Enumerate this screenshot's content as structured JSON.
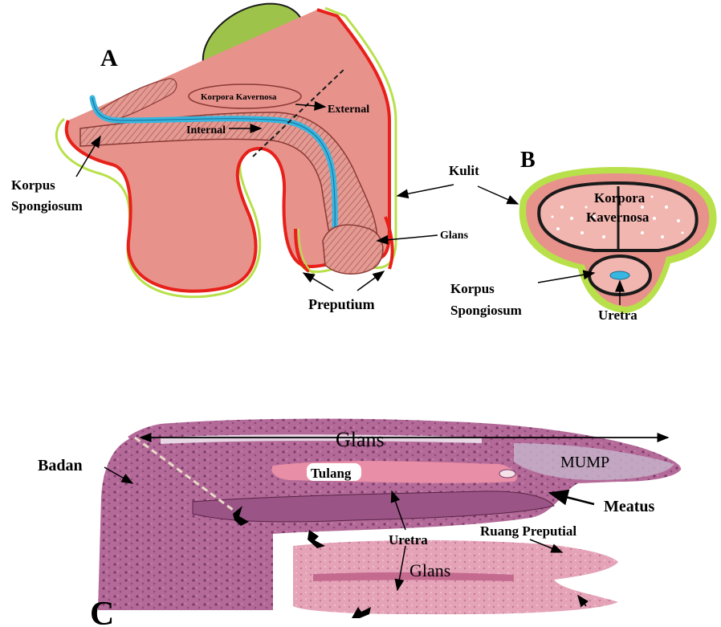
{
  "panel_a": {
    "letter": "A",
    "labels": {
      "korpora_kavernosa": "Korpora Kavernosa",
      "external": "External",
      "internal": "Internal",
      "korpus_line1": "Korpus",
      "korpus_line2": "Spongiosum",
      "glans": "Glans",
      "preputium": "Preputium"
    }
  },
  "panel_b": {
    "letter": "B",
    "labels": {
      "kulit": "Kulit",
      "korpora_line1": "Korpora",
      "korpora_line2": "Kavernosa",
      "korpus_line1": "Korpus",
      "korpus_line2": "Spongiosum",
      "uretra": "Uretra"
    }
  },
  "panel_c": {
    "letter": "C",
    "labels": {
      "glans_top": "Glans",
      "badan": "Badan",
      "tulang": "Tulang",
      "mump": "MUMP",
      "meatus": "Meatus",
      "uretra": "Uretra",
      "ruang_preputial": "Ruang Preputial",
      "glans_inset": "Glans"
    }
  },
  "colors": {
    "tissue_pink": "#e8928c",
    "outline_red": "#e8201a",
    "skin_green": "#b8e04a",
    "urethra_blue": "#36b6e0",
    "bladder_green": "#9dc34a",
    "histology_purple": "#8a4a78",
    "histology_pink": "#d87a98"
  }
}
